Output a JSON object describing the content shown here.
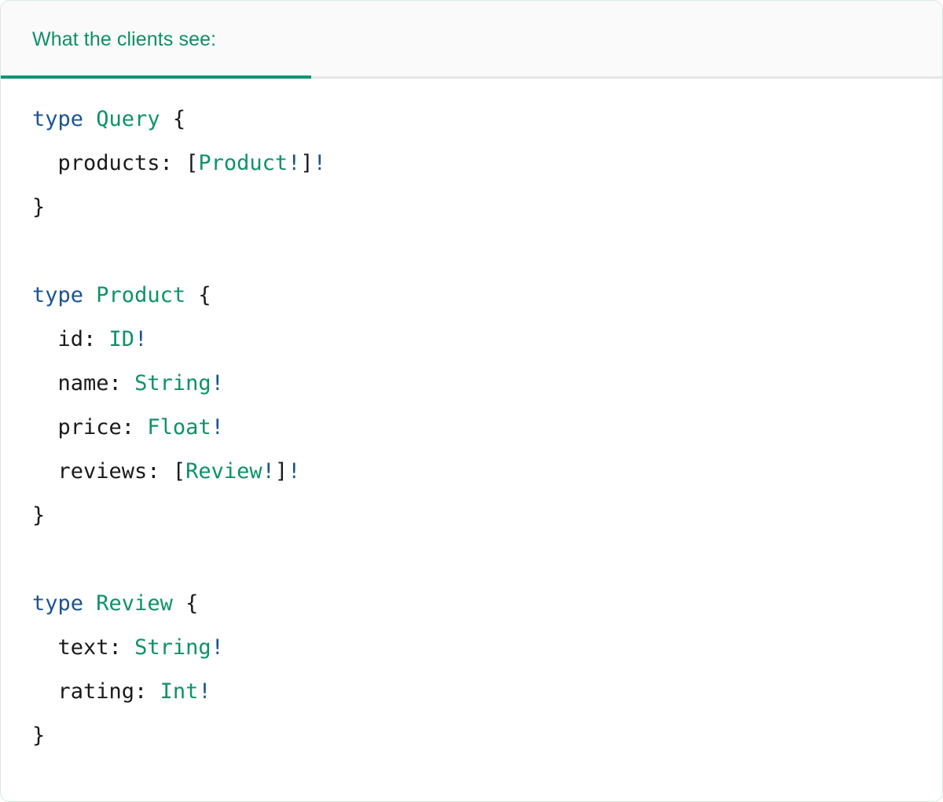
{
  "panel": {
    "border_color": "#d8e8df",
    "background": "#ffffff"
  },
  "header": {
    "background": "#fafafa",
    "active_tab_underline_color": "#119474",
    "divider_color": "#e6e6e6",
    "tabs": [
      {
        "label": "What the clients see:",
        "active": true,
        "color": "#0d8f66"
      }
    ]
  },
  "editor": {
    "language": "graphql",
    "read_only": true,
    "syntax_colors": {
      "keyword": "#1a5490",
      "type_name": "#0d9268",
      "punctuation": "#1a1a1a",
      "field": "#1a1a1a",
      "non_null": "#1a5490"
    },
    "lines": [
      {
        "id": "l1",
        "tokens": [
          {
            "t": "type",
            "c": "kw"
          },
          {
            "t": " ",
            "c": "punct"
          },
          {
            "t": "Query",
            "c": "type"
          },
          {
            "t": " ",
            "c": "punct"
          },
          {
            "t": "{",
            "c": "punct"
          }
        ]
      },
      {
        "id": "l2",
        "tokens": [
          {
            "t": "  products:",
            "c": "field"
          },
          {
            "t": " ",
            "c": "punct"
          },
          {
            "t": "[",
            "c": "punct"
          },
          {
            "t": "Product",
            "c": "type"
          },
          {
            "t": "!",
            "c": "bang"
          },
          {
            "t": "]",
            "c": "punct"
          },
          {
            "t": "!",
            "c": "bang"
          }
        ]
      },
      {
        "id": "l3",
        "tokens": [
          {
            "t": "}",
            "c": "punct"
          }
        ]
      },
      {
        "id": "l4",
        "tokens": []
      },
      {
        "id": "l5",
        "tokens": [
          {
            "t": "type",
            "c": "kw"
          },
          {
            "t": " ",
            "c": "punct"
          },
          {
            "t": "Product",
            "c": "type"
          },
          {
            "t": " ",
            "c": "punct"
          },
          {
            "t": "{",
            "c": "punct"
          }
        ]
      },
      {
        "id": "l6",
        "tokens": [
          {
            "t": "  id:",
            "c": "field"
          },
          {
            "t": " ",
            "c": "punct"
          },
          {
            "t": "ID",
            "c": "type"
          },
          {
            "t": "!",
            "c": "bang"
          }
        ]
      },
      {
        "id": "l7",
        "tokens": [
          {
            "t": "  name:",
            "c": "field"
          },
          {
            "t": " ",
            "c": "punct"
          },
          {
            "t": "String",
            "c": "type"
          },
          {
            "t": "!",
            "c": "bang"
          }
        ]
      },
      {
        "id": "l8",
        "tokens": [
          {
            "t": "  price:",
            "c": "field"
          },
          {
            "t": " ",
            "c": "punct"
          },
          {
            "t": "Float",
            "c": "type"
          },
          {
            "t": "!",
            "c": "bang"
          }
        ]
      },
      {
        "id": "l9",
        "tokens": [
          {
            "t": "  reviews:",
            "c": "field"
          },
          {
            "t": " ",
            "c": "punct"
          },
          {
            "t": "[",
            "c": "punct"
          },
          {
            "t": "Review",
            "c": "type"
          },
          {
            "t": "!",
            "c": "bang"
          },
          {
            "t": "]",
            "c": "punct"
          },
          {
            "t": "!",
            "c": "bang"
          }
        ]
      },
      {
        "id": "l10",
        "tokens": [
          {
            "t": "}",
            "c": "punct"
          }
        ]
      },
      {
        "id": "l11",
        "tokens": []
      },
      {
        "id": "l12",
        "tokens": [
          {
            "t": "type",
            "c": "kw"
          },
          {
            "t": " ",
            "c": "punct"
          },
          {
            "t": "Review",
            "c": "type"
          },
          {
            "t": " ",
            "c": "punct"
          },
          {
            "t": "{",
            "c": "punct"
          }
        ]
      },
      {
        "id": "l13",
        "tokens": [
          {
            "t": "  text:",
            "c": "field"
          },
          {
            "t": " ",
            "c": "punct"
          },
          {
            "t": "String",
            "c": "type"
          },
          {
            "t": "!",
            "c": "bang"
          }
        ]
      },
      {
        "id": "l14",
        "tokens": [
          {
            "t": "  rating:",
            "c": "field"
          },
          {
            "t": " ",
            "c": "punct"
          },
          {
            "t": "Int",
            "c": "type"
          },
          {
            "t": "!",
            "c": "bang"
          }
        ]
      },
      {
        "id": "l15",
        "tokens": [
          {
            "t": "}",
            "c": "punct"
          }
        ]
      }
    ]
  }
}
